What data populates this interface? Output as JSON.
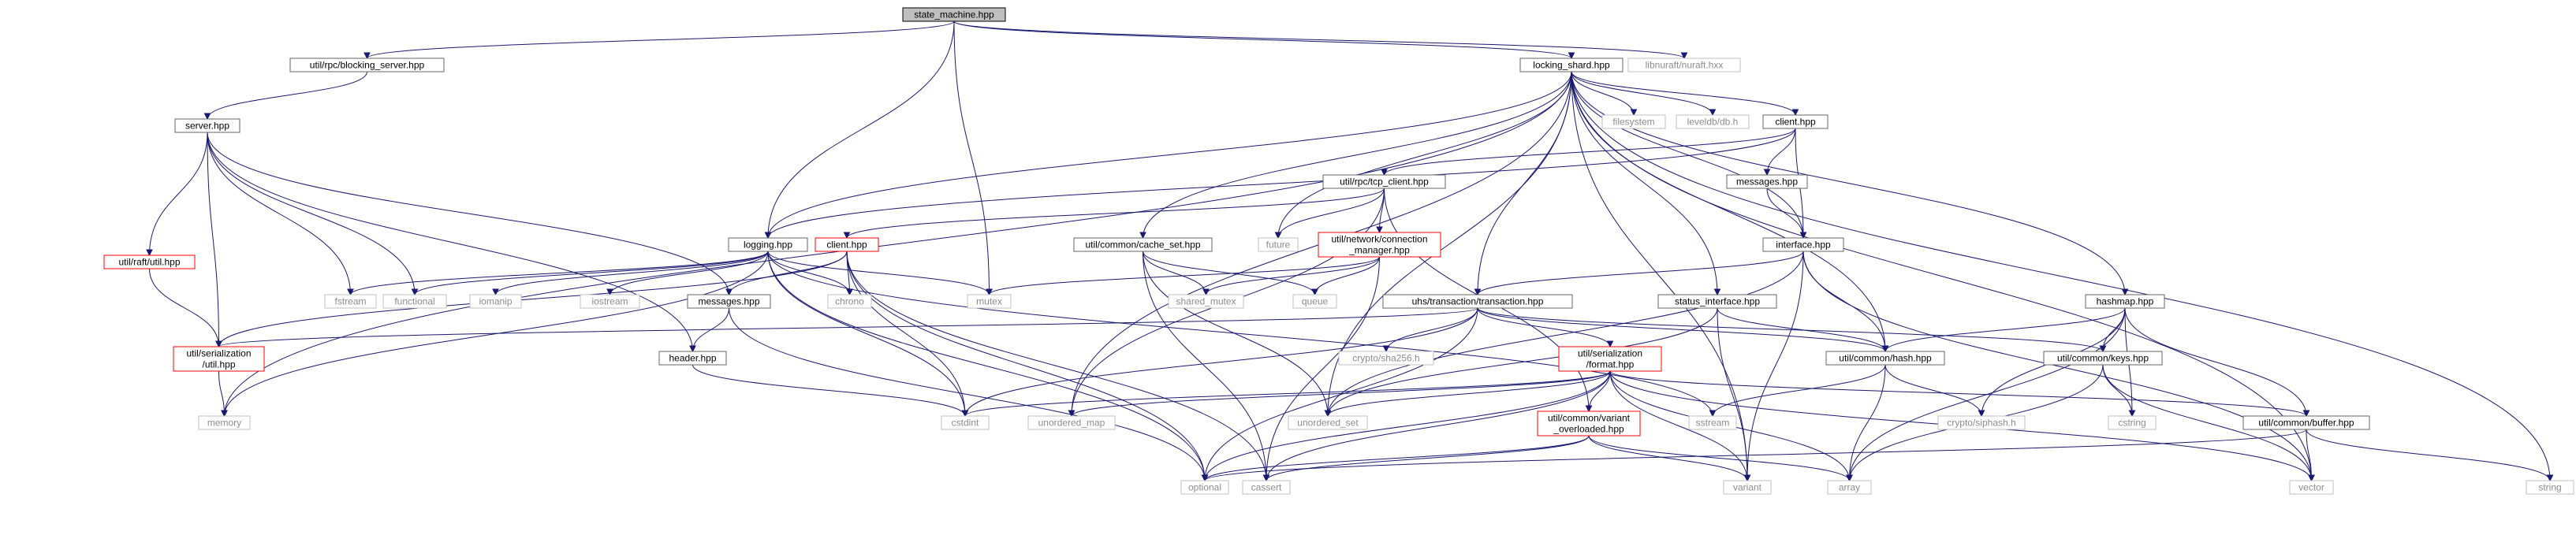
{
  "graph": {
    "root": "state_machine.hpp",
    "nodes": [
      {
        "id": "state_machine",
        "lines": [
          "state_machine.hpp"
        ],
        "kind": "root"
      },
      {
        "id": "blocking_server",
        "lines": [
          "util/rpc/blocking_server.hpp"
        ],
        "kind": "normal"
      },
      {
        "id": "locking_shard",
        "lines": [
          "locking_shard.hpp"
        ],
        "kind": "normal"
      },
      {
        "id": "libnuraft",
        "lines": [
          "libnuraft/nuraft.hxx"
        ],
        "kind": "system"
      },
      {
        "id": "server",
        "lines": [
          "server.hpp"
        ],
        "kind": "normal"
      },
      {
        "id": "filesystem",
        "lines": [
          "filesystem"
        ],
        "kind": "system"
      },
      {
        "id": "leveldb",
        "lines": [
          "leveldb/db.h"
        ],
        "kind": "system"
      },
      {
        "id": "client_hpp_top",
        "lines": [
          "client.hpp"
        ],
        "kind": "normal"
      },
      {
        "id": "tcp_client",
        "lines": [
          "util/rpc/tcp_client.hpp"
        ],
        "kind": "normal"
      },
      {
        "id": "messages_top",
        "lines": [
          "messages.hpp"
        ],
        "kind": "normal"
      },
      {
        "id": "logging",
        "lines": [
          "logging.hpp"
        ],
        "kind": "normal"
      },
      {
        "id": "client_red",
        "lines": [
          "client.hpp"
        ],
        "kind": "red"
      },
      {
        "id": "cache_set",
        "lines": [
          "util/common/cache_set.hpp"
        ],
        "kind": "normal"
      },
      {
        "id": "future",
        "lines": [
          "future"
        ],
        "kind": "system"
      },
      {
        "id": "connection_manager",
        "lines": [
          "util/network/connection",
          "_manager.hpp"
        ],
        "kind": "red"
      },
      {
        "id": "interface",
        "lines": [
          "interface.hpp"
        ],
        "kind": "normal"
      },
      {
        "id": "raft_util",
        "lines": [
          "util/raft/util.hpp"
        ],
        "kind": "red"
      },
      {
        "id": "fstream",
        "lines": [
          "fstream"
        ],
        "kind": "system"
      },
      {
        "id": "functional",
        "lines": [
          "functional"
        ],
        "kind": "system"
      },
      {
        "id": "iomanip",
        "lines": [
          "iomanip"
        ],
        "kind": "system"
      },
      {
        "id": "iostream",
        "lines": [
          "iostream"
        ],
        "kind": "system"
      },
      {
        "id": "chrono",
        "lines": [
          "chrono"
        ],
        "kind": "system"
      },
      {
        "id": "messages_mid",
        "lines": [
          "messages.hpp"
        ],
        "kind": "normal"
      },
      {
        "id": "mutex",
        "lines": [
          "mutex"
        ],
        "kind": "system"
      },
      {
        "id": "shared_mutex",
        "lines": [
          "shared_mutex"
        ],
        "kind": "system"
      },
      {
        "id": "queue",
        "lines": [
          "queue"
        ],
        "kind": "system"
      },
      {
        "id": "transaction",
        "lines": [
          "uhs/transaction/transaction.hpp"
        ],
        "kind": "normal"
      },
      {
        "id": "status_interface",
        "lines": [
          "status_interface.hpp"
        ],
        "kind": "normal"
      },
      {
        "id": "hashmap",
        "lines": [
          "hashmap.hpp"
        ],
        "kind": "normal"
      },
      {
        "id": "ser_util",
        "lines": [
          "util/serialization",
          "/util.hpp"
        ],
        "kind": "red"
      },
      {
        "id": "header",
        "lines": [
          "header.hpp"
        ],
        "kind": "normal"
      },
      {
        "id": "sha256",
        "lines": [
          "crypto/sha256.h"
        ],
        "kind": "system"
      },
      {
        "id": "ser_format",
        "lines": [
          "util/serialization",
          "/format.hpp"
        ],
        "kind": "red"
      },
      {
        "id": "hash",
        "lines": [
          "util/common/hash.hpp"
        ],
        "kind": "normal"
      },
      {
        "id": "keys",
        "lines": [
          "util/common/keys.hpp"
        ],
        "kind": "normal"
      },
      {
        "id": "memory",
        "lines": [
          "memory"
        ],
        "kind": "system"
      },
      {
        "id": "cstdint",
        "lines": [
          "cstdint"
        ],
        "kind": "system"
      },
      {
        "id": "unordered_map",
        "lines": [
          "unordered_map"
        ],
        "kind": "system"
      },
      {
        "id": "unordered_set",
        "lines": [
          "unordered_set"
        ],
        "kind": "system"
      },
      {
        "id": "variant_overloaded",
        "lines": [
          "util/common/variant",
          "_overloaded.hpp"
        ],
        "kind": "red"
      },
      {
        "id": "sstream",
        "lines": [
          "sstream"
        ],
        "kind": "system"
      },
      {
        "id": "siphash",
        "lines": [
          "crypto/siphash.h"
        ],
        "kind": "system"
      },
      {
        "id": "cstring",
        "lines": [
          "cstring"
        ],
        "kind": "system"
      },
      {
        "id": "buffer",
        "lines": [
          "util/common/buffer.hpp"
        ],
        "kind": "normal"
      },
      {
        "id": "optional",
        "lines": [
          "optional"
        ],
        "kind": "system"
      },
      {
        "id": "cassert",
        "lines": [
          "cassert"
        ],
        "kind": "system"
      },
      {
        "id": "variant",
        "lines": [
          "variant"
        ],
        "kind": "system"
      },
      {
        "id": "array",
        "lines": [
          "array"
        ],
        "kind": "system"
      },
      {
        "id": "vector",
        "lines": [
          "vector"
        ],
        "kind": "system"
      },
      {
        "id": "string",
        "lines": [
          "string"
        ],
        "kind": "system"
      }
    ],
    "edges": [
      [
        "state_machine",
        "blocking_server"
      ],
      [
        "state_machine",
        "locking_shard"
      ],
      [
        "state_machine",
        "libnuraft"
      ],
      [
        "state_machine",
        "logging"
      ],
      [
        "state_machine",
        "mutex"
      ],
      [
        "blocking_server",
        "server"
      ],
      [
        "locking_shard",
        "memory"
      ],
      [
        "locking_shard",
        "logging"
      ],
      [
        "locking_shard",
        "unordered_map"
      ],
      [
        "locking_shard",
        "cache_set"
      ],
      [
        "locking_shard",
        "future"
      ],
      [
        "locking_shard",
        "filesystem"
      ],
      [
        "locking_shard",
        "leveldb"
      ],
      [
        "locking_shard",
        "client_hpp_top"
      ],
      [
        "locking_shard",
        "interface"
      ],
      [
        "locking_shard",
        "transaction"
      ],
      [
        "locking_shard",
        "status_interface"
      ],
      [
        "locking_shard",
        "hash"
      ],
      [
        "locking_shard",
        "hashmap"
      ],
      [
        "locking_shard",
        "unordered_set"
      ],
      [
        "locking_shard",
        "variant"
      ],
      [
        "locking_shard",
        "vector"
      ],
      [
        "locking_shard",
        "string"
      ],
      [
        "client_hpp_top",
        "tcp_client"
      ],
      [
        "client_hpp_top",
        "messages_top"
      ],
      [
        "client_hpp_top",
        "interface"
      ],
      [
        "client_hpp_top",
        "logging"
      ],
      [
        "messages_top",
        "interface"
      ],
      [
        "tcp_client",
        "client_red"
      ],
      [
        "tcp_client",
        "future"
      ],
      [
        "tcp_client",
        "connection_manager"
      ],
      [
        "tcp_client",
        "unordered_map"
      ],
      [
        "tcp_client",
        "variant_overloaded"
      ],
      [
        "server",
        "raft_util"
      ],
      [
        "server",
        "ser_util"
      ],
      [
        "server",
        "fstream"
      ],
      [
        "server",
        "functional"
      ],
      [
        "server",
        "messages_mid"
      ],
      [
        "server",
        "header"
      ],
      [
        "logging",
        "fstream"
      ],
      [
        "logging",
        "functional"
      ],
      [
        "logging",
        "iomanip"
      ],
      [
        "logging",
        "iostream"
      ],
      [
        "logging",
        "chrono"
      ],
      [
        "logging",
        "mutex"
      ],
      [
        "logging",
        "memory"
      ],
      [
        "logging",
        "cstdint"
      ],
      [
        "logging",
        "sstream"
      ],
      [
        "logging",
        "optional"
      ],
      [
        "client_red",
        "ser_util"
      ],
      [
        "client_red",
        "messages_mid"
      ],
      [
        "client_red",
        "chrono"
      ],
      [
        "client_red",
        "optional"
      ],
      [
        "client_red",
        "cassert"
      ],
      [
        "client_red",
        "cstdint"
      ],
      [
        "cache_set",
        "shared_mutex"
      ],
      [
        "cache_set",
        "queue"
      ],
      [
        "cache_set",
        "unordered_set"
      ],
      [
        "cache_set",
        "cassert"
      ],
      [
        "connection_manager",
        "mutex"
      ],
      [
        "connection_manager",
        "shared_mutex"
      ],
      [
        "connection_manager",
        "queue"
      ],
      [
        "connection_manager",
        "cassert"
      ],
      [
        "interface",
        "transaction"
      ],
      [
        "interface",
        "hash"
      ],
      [
        "interface",
        "variant"
      ],
      [
        "interface",
        "vector"
      ],
      [
        "interface",
        "unordered_set"
      ],
      [
        "raft_util",
        "ser_util"
      ],
      [
        "messages_mid",
        "header"
      ],
      [
        "messages_mid",
        "optional"
      ],
      [
        "ser_util",
        "memory"
      ],
      [
        "header",
        "cstdint"
      ],
      [
        "transaction",
        "ser_util"
      ],
      [
        "transaction",
        "sha256"
      ],
      [
        "transaction",
        "ser_format"
      ],
      [
        "transaction",
        "hash"
      ],
      [
        "transaction",
        "keys"
      ],
      [
        "transaction",
        "optional"
      ],
      [
        "transaction",
        "cstdint"
      ],
      [
        "status_interface",
        "hash"
      ],
      [
        "status_interface",
        "variant"
      ],
      [
        "status_interface",
        "unordered_set"
      ],
      [
        "hashmap",
        "hash"
      ],
      [
        "hashmap",
        "keys"
      ],
      [
        "hashmap",
        "buffer"
      ],
      [
        "hashmap",
        "siphash"
      ],
      [
        "hashmap",
        "cstring"
      ],
      [
        "hashmap",
        "array"
      ],
      [
        "ser_format",
        "variant_overloaded"
      ],
      [
        "ser_format",
        "cstdint"
      ],
      [
        "ser_format",
        "unordered_map"
      ],
      [
        "ser_format",
        "unordered_set"
      ],
      [
        "ser_format",
        "optional"
      ],
      [
        "ser_format",
        "cassert"
      ],
      [
        "ser_format",
        "variant"
      ],
      [
        "ser_format",
        "array"
      ],
      [
        "ser_format",
        "vector"
      ],
      [
        "ser_format",
        "buffer"
      ],
      [
        "hash",
        "sstream"
      ],
      [
        "hash",
        "siphash"
      ],
      [
        "hash",
        "array"
      ],
      [
        "keys",
        "cstring"
      ],
      [
        "keys",
        "array"
      ],
      [
        "keys",
        "vector"
      ],
      [
        "variant_overloaded",
        "optional"
      ],
      [
        "variant_overloaded",
        "cassert"
      ],
      [
        "variant_overloaded",
        "variant"
      ],
      [
        "variant_overloaded",
        "array"
      ],
      [
        "buffer",
        "optional"
      ],
      [
        "buffer",
        "vector"
      ],
      [
        "buffer",
        "string"
      ]
    ]
  }
}
